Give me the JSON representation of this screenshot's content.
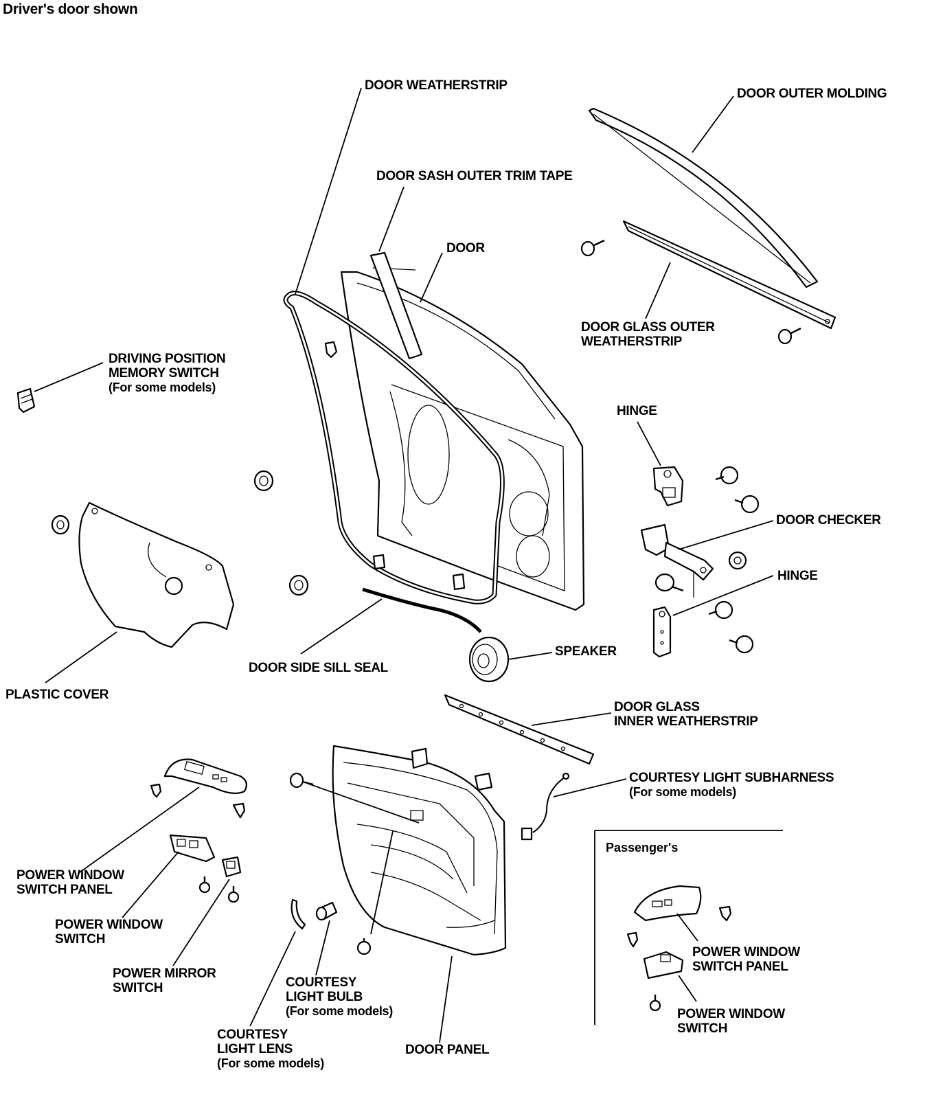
{
  "title": "Driver's door shown",
  "labels": {
    "door_weatherstrip": "DOOR WEATHERSTRIP",
    "door_outer_molding": "DOOR OUTER MOLDING",
    "door_sash_outer_trim_tape": "DOOR SASH OUTER TRIM TAPE",
    "door": "DOOR",
    "door_glass_outer_weatherstrip": [
      "DOOR GLASS OUTER",
      "WEATHERSTRIP"
    ],
    "driving_position_memory_switch": [
      "DRIVING POSITION",
      "MEMORY SWITCH",
      "(For some models)"
    ],
    "hinge_upper": "HINGE",
    "door_checker": "DOOR CHECKER",
    "hinge_lower": "HINGE",
    "speaker": "SPEAKER",
    "door_side_sill_seal": "DOOR SIDE SILL SEAL",
    "plastic_cover": "PLASTIC COVER",
    "door_glass_inner_weatherstrip": [
      "DOOR GLASS",
      "INNER WEATHERSTRIP"
    ],
    "courtesy_light_subharness": [
      "COURTESY LIGHT SUBHARNESS",
      "(For some models)"
    ],
    "power_window_switch_panel": [
      "POWER WINDOW",
      "SWITCH PANEL"
    ],
    "power_window_switch": [
      "POWER WINDOW",
      "SWITCH"
    ],
    "power_mirror_switch": [
      "POWER MIRROR",
      "SWITCH"
    ],
    "courtesy_light_bulb": [
      "COURTESY",
      "LIGHT BULB",
      "(For some models)"
    ],
    "courtesy_light_lens": [
      "COURTESY",
      "LIGHT LENS",
      "(For some models)"
    ],
    "door_panel": "DOOR PANEL"
  },
  "inset": {
    "title": "Passenger's",
    "power_window_switch_panel": [
      "POWER WINDOW",
      "SWITCH PANEL"
    ],
    "power_window_switch": [
      "POWER WINDOW",
      "SWITCH"
    ]
  }
}
